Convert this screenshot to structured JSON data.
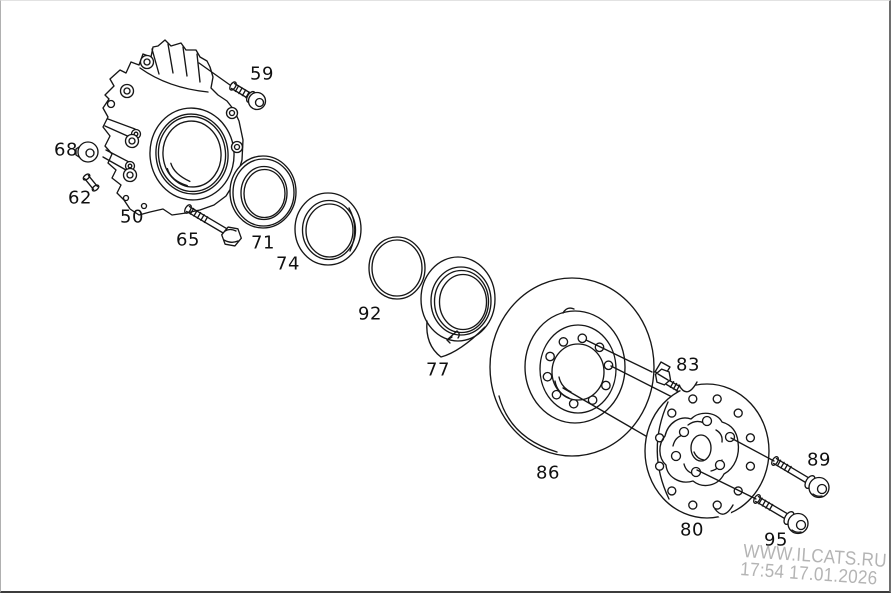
{
  "colors": {
    "background": "#ffffff",
    "ink": "#161616",
    "watermark": "#b4b4b4",
    "frame": "#6e6e6e"
  },
  "parts": {
    "50": "50",
    "59": "59",
    "62": "62",
    "65": "65",
    "68": "68",
    "71": "71",
    "74": "74",
    "77": "77",
    "80": "80",
    "83": "83",
    "86": "86",
    "89": "89",
    "92": "92",
    "95": "95"
  },
  "watermark": {
    "line1": "WWW.ILCATS.RU",
    "line2": "17:54 17.01.2026"
  }
}
